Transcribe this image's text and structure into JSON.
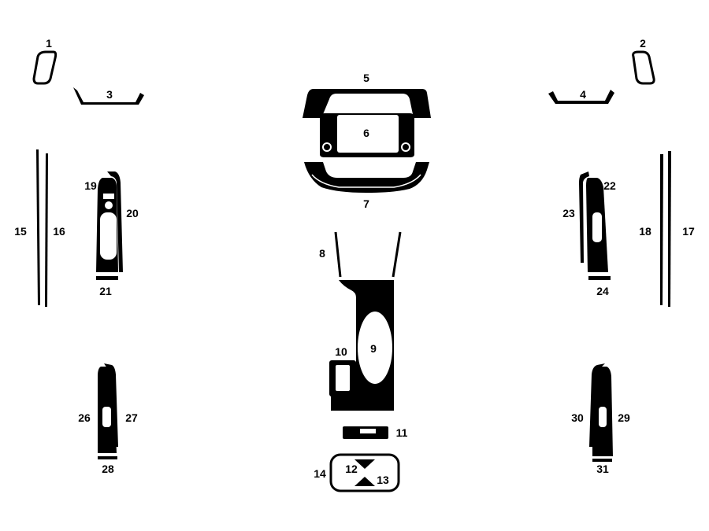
{
  "colors": {
    "trim": "#000000",
    "background": "#ffffff"
  },
  "labels": {
    "p1": "1",
    "p2": "2",
    "p3": "3",
    "p4": "4",
    "p5": "5",
    "p6": "6",
    "p7": "7",
    "p8": "8",
    "p9": "9",
    "p10": "10",
    "p11": "11",
    "p12": "12",
    "p13": "13",
    "p14": "14",
    "p15": "15",
    "p16": "16",
    "p17": "17",
    "p18": "18",
    "p19": "19",
    "p20": "20",
    "p21": "21",
    "p22": "22",
    "p23": "23",
    "p24": "24",
    "p25": "26",
    "p26": "27",
    "p27": "28",
    "p28": "30",
    "p29": "29",
    "p30": "31"
  }
}
